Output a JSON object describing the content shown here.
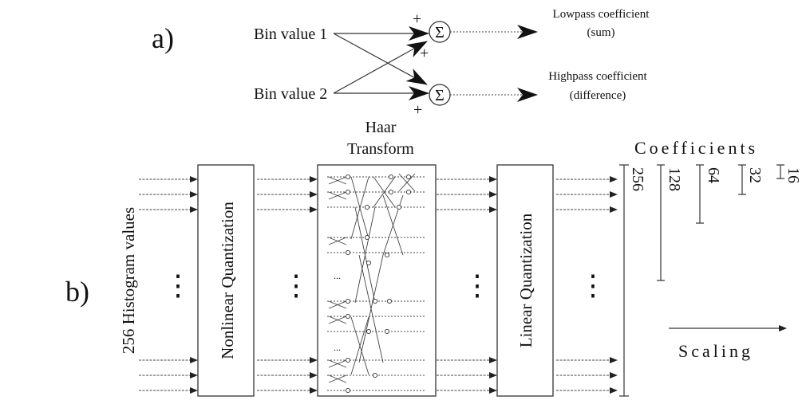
{
  "panel_a": {
    "label": "a)",
    "bin1": "Bin value 1",
    "bin2": "Bin value 2",
    "sigma": "Σ",
    "plus": "+",
    "minus": "-",
    "lowpass": "Lowpass coefficient",
    "lowpass_sub": "(sum)",
    "highpass": "Highpass coefficient",
    "highpass_sub": "(difference)"
  },
  "panel_b": {
    "label": "b)",
    "input_label": "256 Histogram values",
    "nonlinear": "Nonlinear Quantization",
    "haar_1": "Haar",
    "haar_2": "Transform",
    "linear": "Linear Quantization",
    "coefficients": "Coefficients",
    "scaling": "Scaling",
    "ellipsis": "⋮",
    "coef_sizes": [
      "256",
      "128",
      "64",
      "32",
      "16"
    ]
  }
}
